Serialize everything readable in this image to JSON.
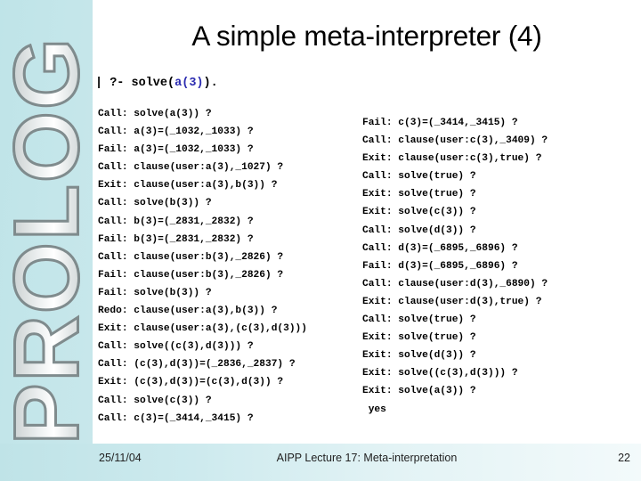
{
  "slide": {
    "title": "A simple meta-interpreter (4)",
    "sidebar_wordmark": "PROLOG"
  },
  "query": {
    "prompt": "| ?- solve(",
    "goal": "a(3)",
    "suffix": ").",
    "goal_color": "#2b2bb0"
  },
  "trace": {
    "left": [
      "Call: solve(a(3)) ?",
      "Call: a(3)=(_1032,_1033) ?",
      "Fail: a(3)=(_1032,_1033) ?",
      "Call: clause(user:a(3),_1027) ?",
      "Exit: clause(user:a(3),b(3)) ?",
      "Call: solve(b(3)) ?",
      "Call: b(3)=(_2831,_2832) ?",
      "Fail: b(3)=(_2831,_2832) ?",
      "Call: clause(user:b(3),_2826) ?",
      "Fail: clause(user:b(3),_2826) ?",
      "Fail: solve(b(3)) ?",
      "Redo: clause(user:a(3),b(3)) ?",
      "Exit: clause(user:a(3),(c(3),d(3)))",
      "Call: solve((c(3),d(3))) ?",
      "Call: (c(3),d(3))=(_2836,_2837) ?",
      "Exit: (c(3),d(3))=(c(3),d(3)) ?",
      "Call: solve(c(3)) ?",
      "Call: c(3)=(_3414,_3415) ?"
    ],
    "right": [
      "Fail: c(3)=(_3414,_3415) ?",
      "Call: clause(user:c(3),_3409) ?",
      "Exit: clause(user:c(3),true) ?",
      "Call: solve(true) ?",
      "Exit: solve(true) ?",
      "Exit: solve(c(3)) ?",
      "Call: solve(d(3)) ?",
      "Call: d(3)=(_6895,_6896) ?",
      "Fail: d(3)=(_6895,_6896) ?",
      "Call: clause(user:d(3),_6890) ?",
      "Exit: clause(user:d(3),true) ?",
      "Call: solve(true) ?",
      "Exit: solve(true) ?",
      "Exit: solve(d(3)) ?",
      "Exit: solve((c(3),d(3))) ?",
      "Exit: solve(a(3)) ?"
    ],
    "answer": "yes"
  },
  "footer": {
    "date": "25/11/04",
    "center": "AIPP Lecture 17: Meta-interpretation",
    "page": "22"
  }
}
